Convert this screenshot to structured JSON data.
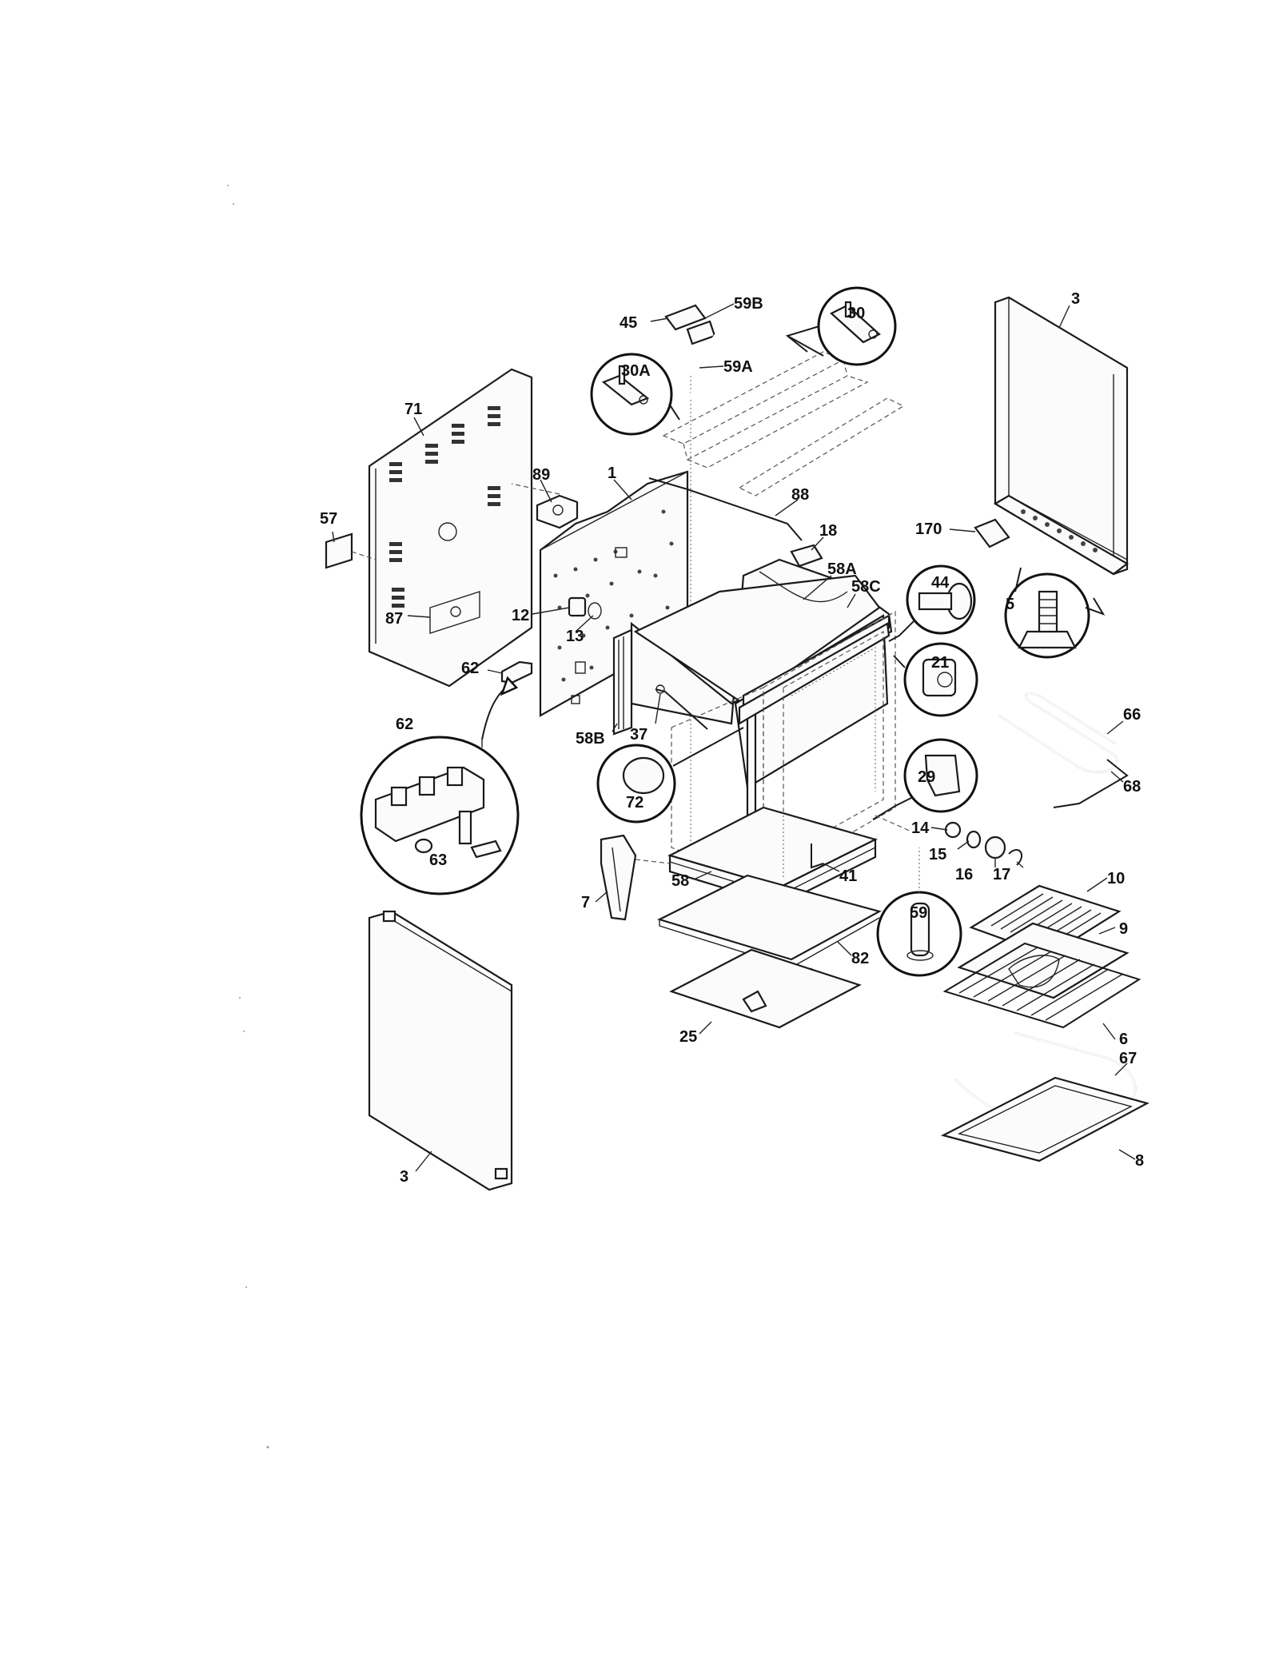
{
  "labels": [
    {
      "id": "3a",
      "text": "3"
    },
    {
      "id": "45",
      "text": "45"
    },
    {
      "id": "59b",
      "text": "59B"
    },
    {
      "id": "30",
      "text": "30"
    },
    {
      "id": "30a",
      "text": "30A"
    },
    {
      "id": "59a",
      "text": "59A"
    },
    {
      "id": "71",
      "text": "71"
    },
    {
      "id": "89",
      "text": "89"
    },
    {
      "id": "1",
      "text": "1"
    },
    {
      "id": "88",
      "text": "88"
    },
    {
      "id": "57",
      "text": "57"
    },
    {
      "id": "170",
      "text": "170"
    },
    {
      "id": "18",
      "text": "18"
    },
    {
      "id": "58a",
      "text": "58A"
    },
    {
      "id": "44",
      "text": "44"
    },
    {
      "id": "58c",
      "text": "58C"
    },
    {
      "id": "5",
      "text": "5"
    },
    {
      "id": "87",
      "text": "87"
    },
    {
      "id": "12",
      "text": "12"
    },
    {
      "id": "13",
      "text": "13"
    },
    {
      "id": "62a",
      "text": "62"
    },
    {
      "id": "21",
      "text": "21"
    },
    {
      "id": "66",
      "text": "66"
    },
    {
      "id": "62b",
      "text": "62"
    },
    {
      "id": "58b",
      "text": "58B"
    },
    {
      "id": "37",
      "text": "37"
    },
    {
      "id": "29",
      "text": "29"
    },
    {
      "id": "68",
      "text": "68"
    },
    {
      "id": "72",
      "text": "72"
    },
    {
      "id": "14",
      "text": "14"
    },
    {
      "id": "15",
      "text": "15"
    },
    {
      "id": "63",
      "text": "63"
    },
    {
      "id": "16",
      "text": "16"
    },
    {
      "id": "17",
      "text": "17"
    },
    {
      "id": "10",
      "text": "10"
    },
    {
      "id": "58",
      "text": "58"
    },
    {
      "id": "41",
      "text": "41"
    },
    {
      "id": "7",
      "text": "7"
    },
    {
      "id": "59",
      "text": "59"
    },
    {
      "id": "9",
      "text": "9"
    },
    {
      "id": "82",
      "text": "82"
    },
    {
      "id": "6",
      "text": "6"
    },
    {
      "id": "25",
      "text": "25"
    },
    {
      "id": "67",
      "text": "67"
    },
    {
      "id": "3b",
      "text": "3"
    },
    {
      "id": "8",
      "text": "8"
    }
  ]
}
